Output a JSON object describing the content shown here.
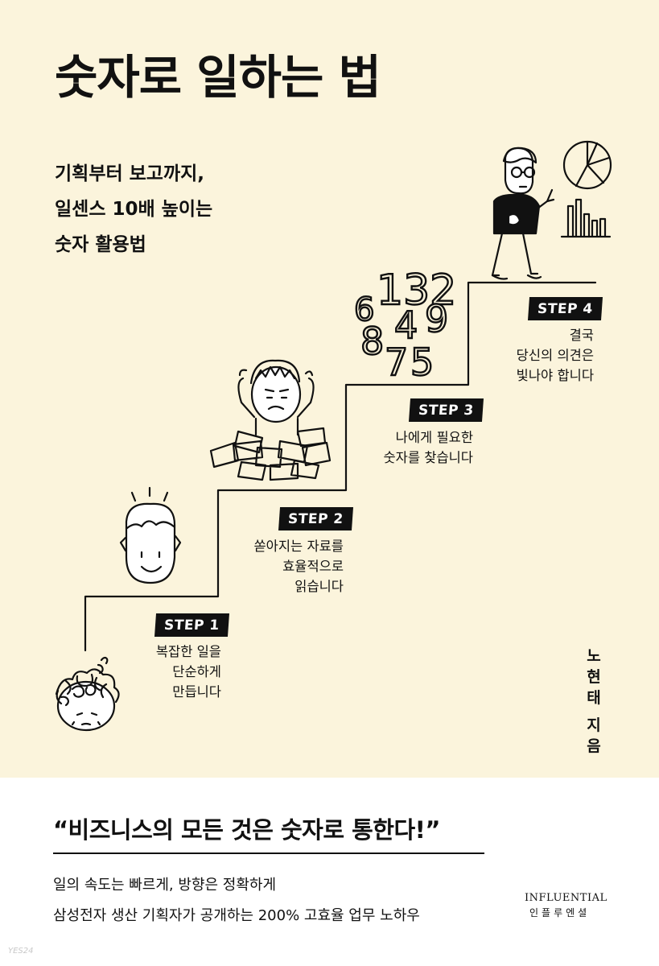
{
  "cover": {
    "title": "숫자로 일하는 법",
    "subtitle_lines": [
      "기획부터 보고까지,",
      "일센스 10배 높이는",
      "숫자 활용법"
    ],
    "steps": [
      {
        "badge": "STEP 1",
        "lines": [
          "복잡한 일을",
          "단순하게",
          "만듭니다"
        ]
      },
      {
        "badge": "STEP 2",
        "lines": [
          "쏟아지는 자료를",
          "효율적으로",
          "읽습니다"
        ]
      },
      {
        "badge": "STEP 3",
        "lines": [
          "나에게 필요한",
          "숫자를 찾습니다"
        ]
      },
      {
        "badge": "STEP 4",
        "lines": [
          "결국",
          "당신의 의견은",
          "빛나야 합니다"
        ]
      }
    ],
    "floating_numbers": [
      "132",
      "6",
      "8",
      "4",
      "9",
      "7",
      "5"
    ],
    "author": {
      "name": [
        "노",
        "현",
        "태"
      ],
      "role": [
        "지",
        "음"
      ]
    }
  },
  "band": {
    "quote": "“비즈니스의 모든 것은 숫자로 통한다!”",
    "taglines": [
      "일의 속도는 빠르게, 방향은 정확하게",
      "삼성전자 생산 기획자가 공개하는 200% 고효율 업무 노하우"
    ]
  },
  "publisher": {
    "name_en": "INFLUENTIAL",
    "name_ko": "인플루엔셜"
  },
  "watermark": "YES24",
  "colors": {
    "cream": "#fbf4dc",
    "ink": "#111111",
    "white": "#ffffff"
  }
}
